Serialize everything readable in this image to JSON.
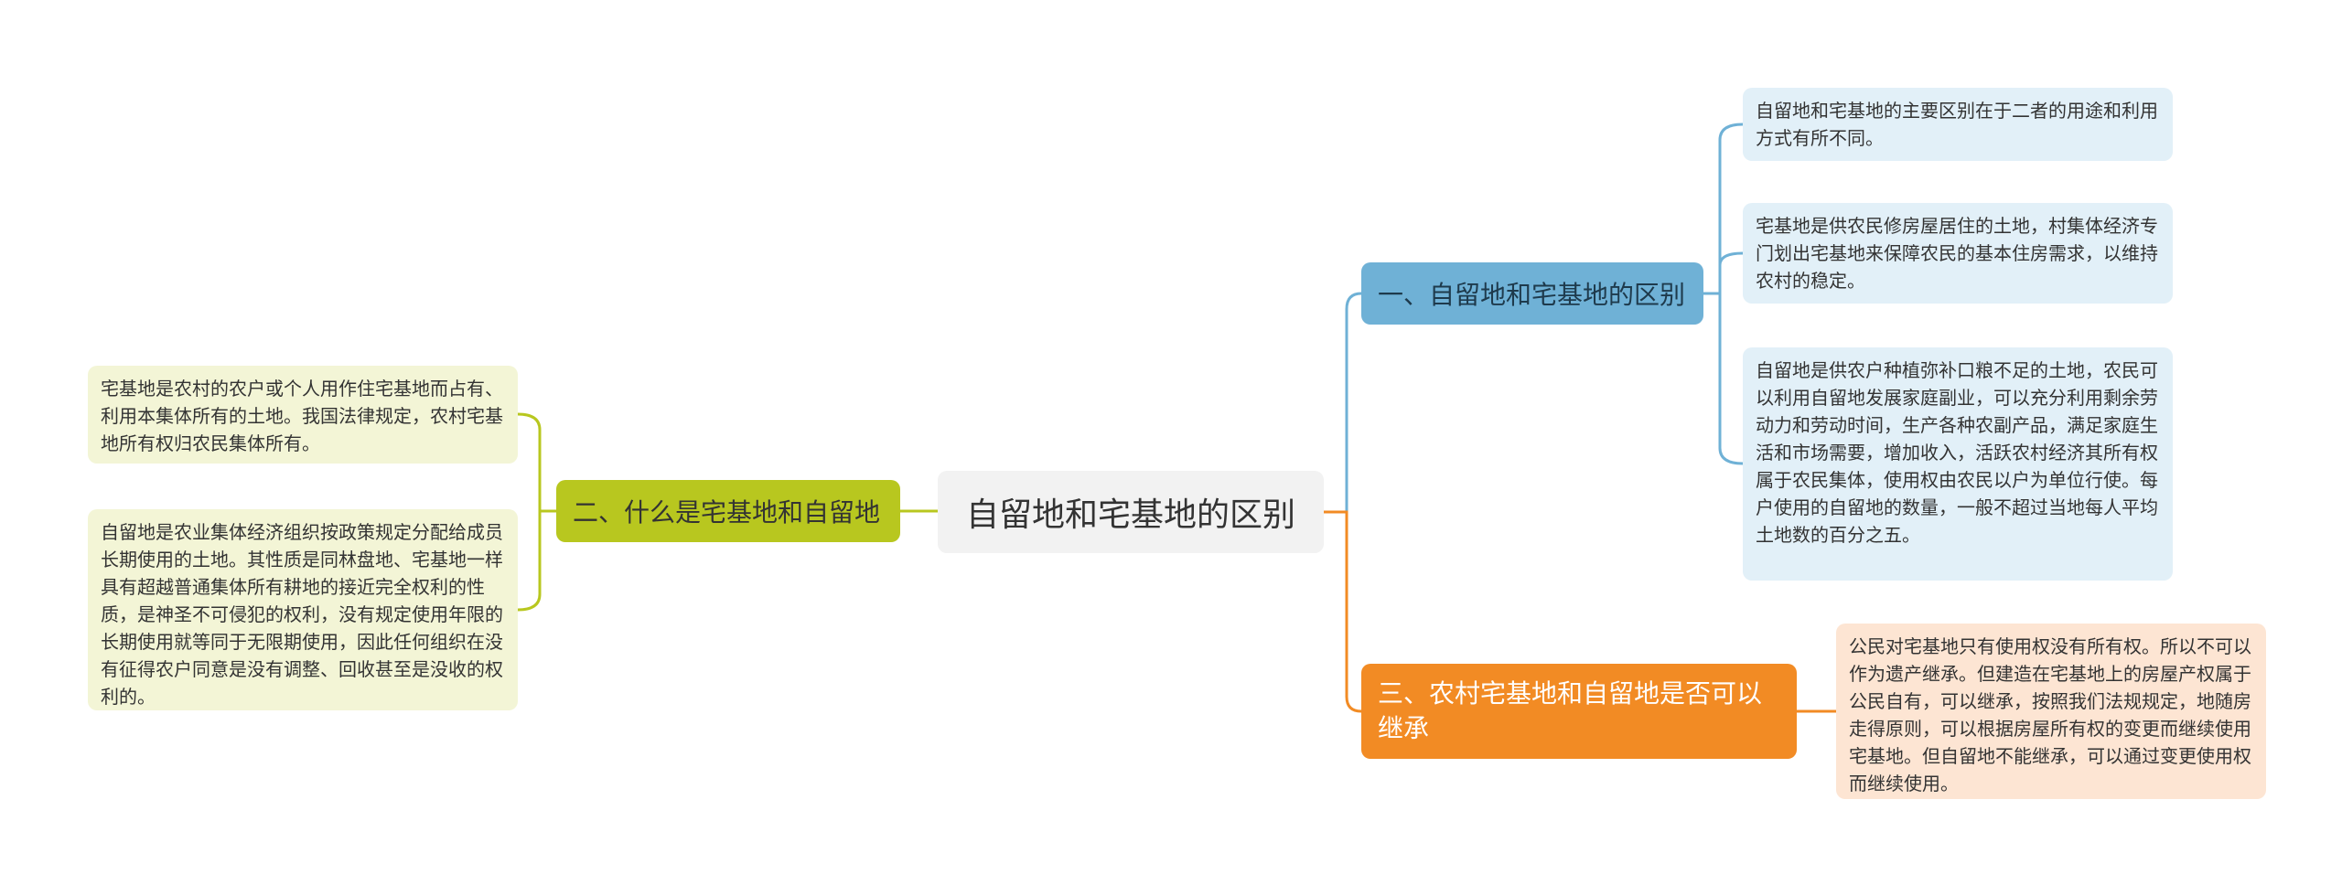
{
  "root": {
    "title": "自留地和宅基地的区别"
  },
  "branches": {
    "two": {
      "title": "二、什么是宅基地和自留地",
      "leaves": [
        "宅基地是农村的农户或个人用作住宅基地而占有、利用本集体所有的土地。我国法律规定，农村宅基地所有权归农民集体所有。",
        "自留地是农业集体经济组织按政策规定分配给成员长期使用的土地。其性质是同林盘地、宅基地一样具有超越普通集体所有耕地的接近完全权利的性质，是神圣不可侵犯的权利，没有规定使用年限的长期使用就等同于无限期使用，因此任何组织在没有征得农户同意是没有调整、回收甚至是没收的权利的。"
      ]
    },
    "one": {
      "title": "一、自留地和宅基地的区别",
      "leaves": [
        "自留地和宅基地的主要区别在于二者的用途和利用方式有所不同。",
        "宅基地是供农民修房屋居住的土地，村集体经济专门划出宅基地来保障农民的基本住房需求，以维持农村的稳定。",
        "自留地是供农户种植弥补口粮不足的土地，农民可以利用自留地发展家庭副业，可以充分利用剩余劳动力和劳动时间，生产各种农副产品，满足家庭生活和市场需要，增加收入，活跃农村经济其所有权属于农民集体，使用权由农民以户为单位行使。每户使用的自留地的数量，一般不超过当地每人平均土地数的百分之五。"
      ]
    },
    "three": {
      "title": "三、农村宅基地和自留地是否可以继承",
      "leaves": [
        "公民对宅基地只有使用权没有所有权。所以不可以作为遗产继承。但建造在宅基地上的房屋产权属于公民自有，可以继承，按照我们法规规定，地随房走得原则，可以根据房屋所有权的变更而继续使用宅基地。但自留地不能继承，可以通过变更使用权而继续使用。"
      ]
    }
  },
  "colors": {
    "green": "#b8c71f",
    "blue": "#6fb1d6",
    "orange": "#f28b24"
  }
}
